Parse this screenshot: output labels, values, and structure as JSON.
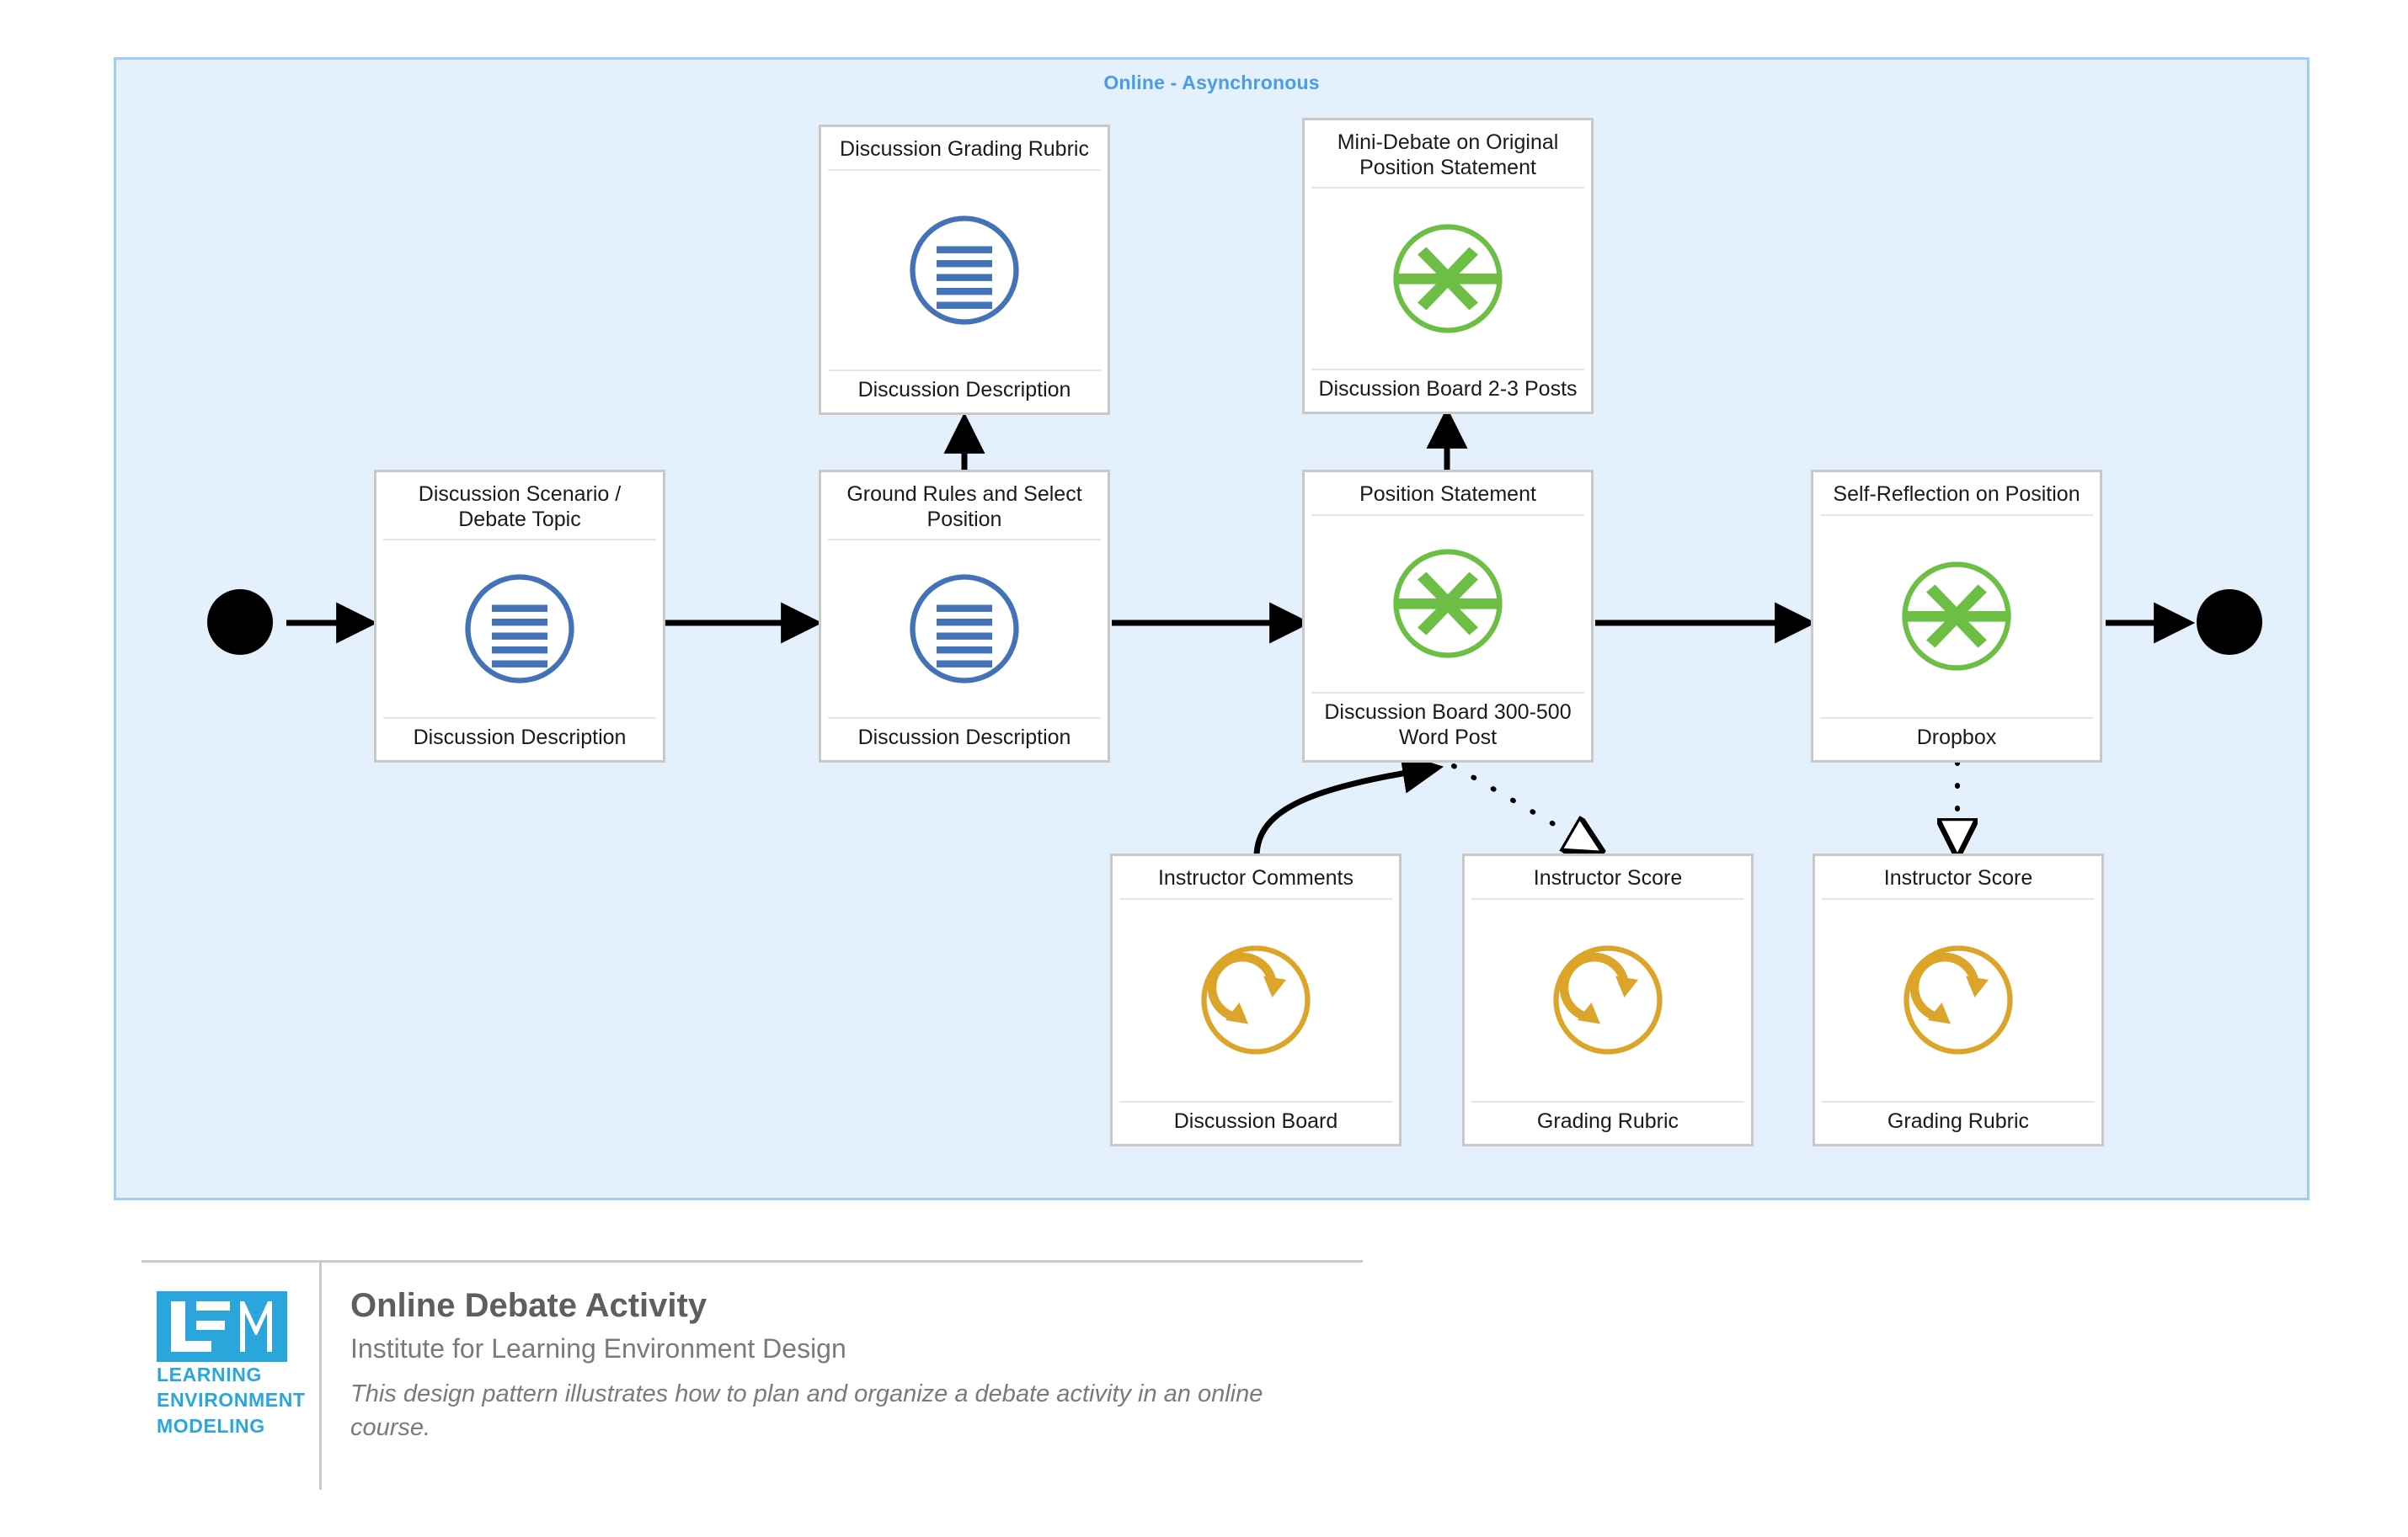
{
  "panel": {
    "title": "Online - Asynchronous",
    "background_color": "#e4f0fb",
    "border_color": "#a2cdf2",
    "title_color": "#4a9ce8"
  },
  "colors": {
    "content_blue": "#4472b8",
    "action_green": "#6cbe45",
    "feedback_orange": "#dda42a",
    "terminal_black": "#000000",
    "card_border": "#c8c8c8",
    "brand_blue": "#2ba6dd",
    "footer_text": "#5e5e5e"
  },
  "nodes": [
    {
      "id": "discussion-scenario",
      "title": "Discussion Scenario / Debate Topic",
      "footer": "Discussion Description",
      "icon": "content-lines-circle-icon",
      "icon_color": "#4472b8"
    },
    {
      "id": "ground-rules",
      "title": "Ground Rules and Select Position",
      "footer": "Discussion Description",
      "icon": "content-lines-circle-icon",
      "icon_color": "#4472b8"
    },
    {
      "id": "position-statement",
      "title": "Position Statement",
      "footer": "Discussion Board 300-500 Word Post",
      "icon": "converging-arrows-circle-icon",
      "icon_color": "#6cbe45"
    },
    {
      "id": "self-reflection",
      "title": "Self-Reflection on Position",
      "footer": "Dropbox",
      "icon": "converging-arrows-circle-icon",
      "icon_color": "#6cbe45"
    },
    {
      "id": "discussion-grading-rubric",
      "title": "Discussion Grading Rubric",
      "footer": "Discussion Description",
      "icon": "content-lines-circle-icon",
      "icon_color": "#4472b8"
    },
    {
      "id": "mini-debate",
      "title": "Mini-Debate on Original Position Statement",
      "footer": "Discussion Board 2-3 Posts",
      "icon": "converging-arrows-circle-icon",
      "icon_color": "#6cbe45"
    },
    {
      "id": "instructor-comments",
      "title": "Instructor Comments",
      "footer": "Discussion Board",
      "icon": "feedback-loop-circle-icon",
      "icon_color": "#dda42a"
    },
    {
      "id": "instructor-score-1",
      "title": "Instructor Score",
      "footer": "Grading Rubric",
      "icon": "feedback-loop-circle-icon",
      "icon_color": "#dda42a"
    },
    {
      "id": "instructor-score-2",
      "title": "Instructor Score",
      "footer": "Grading Rubric",
      "icon": "feedback-loop-circle-icon",
      "icon_color": "#dda42a"
    }
  ],
  "terminals": {
    "start_label": "start-node",
    "end_label": "end-node"
  },
  "footer": {
    "title": "Online Debate Activity",
    "org": "Institute for Learning Environment Design",
    "description": "This design pattern illustrates how to plan and organize a debate activity in an online course.",
    "logo_letters": "LEM",
    "logo_line1": "LEARNING",
    "logo_line2": "ENVIRONMENT",
    "logo_line3": "MODELING"
  }
}
